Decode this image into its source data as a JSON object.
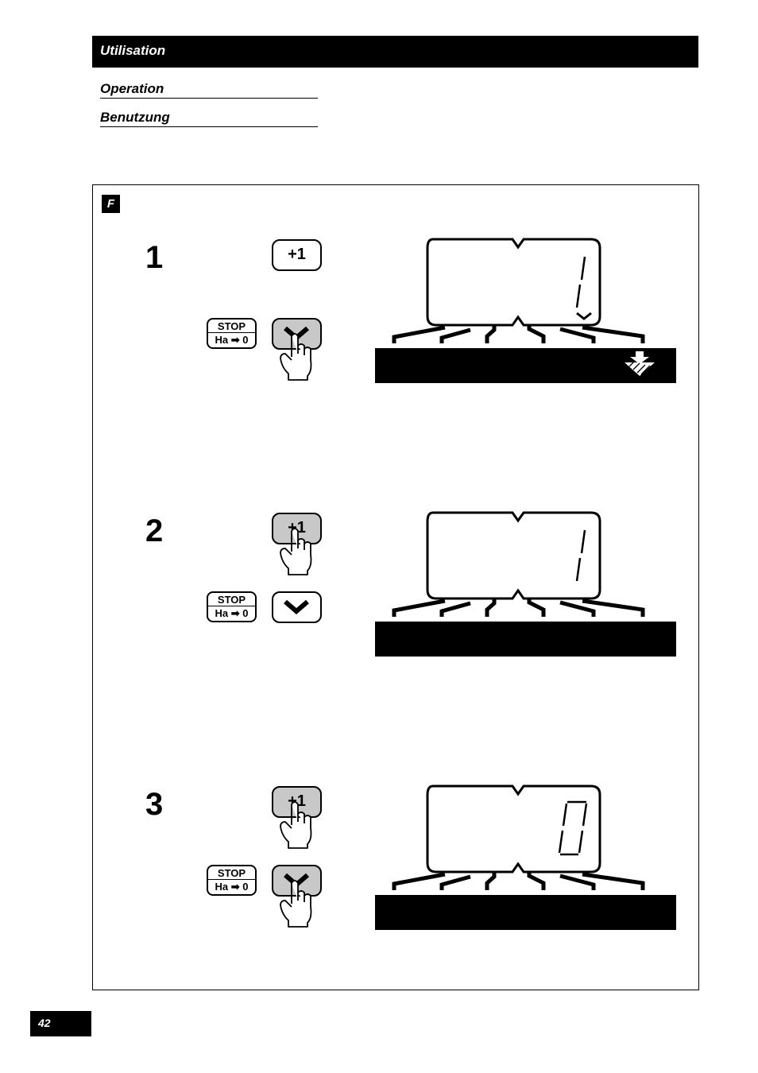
{
  "header": {
    "title": "Utilisation"
  },
  "subheadings": [
    "Operation",
    "Benutzung"
  ],
  "section_label": "F",
  "buttons": {
    "plus_label": "+1",
    "stop_label": "STOP",
    "ha_label": "Ha ➡ 0"
  },
  "steps": [
    {
      "number": "1",
      "display_value": "1",
      "pressed": "down"
    },
    {
      "number": "2",
      "display_value": "1",
      "pressed": "plus"
    },
    {
      "number": "3",
      "display_value": "0",
      "pressed": "both"
    }
  ],
  "page_number": "42"
}
